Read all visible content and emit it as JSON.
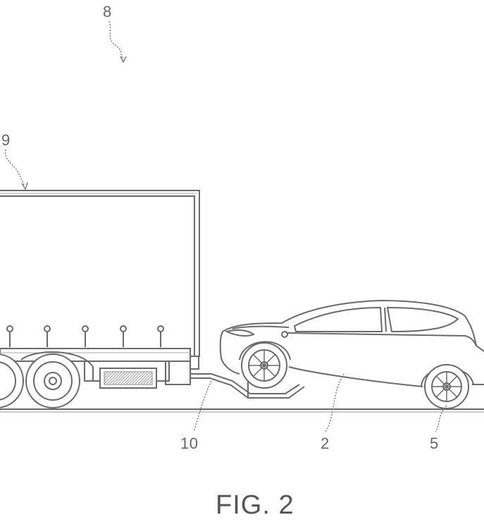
{
  "figure": {
    "caption": "FIG. 2",
    "references": {
      "ref_8": "8",
      "ref_9": "9",
      "ref_10": "10",
      "ref_2": "2",
      "ref_5": "5"
    }
  },
  "colors": {
    "line": "#6a6a6a",
    "background": "#ffffff"
  }
}
